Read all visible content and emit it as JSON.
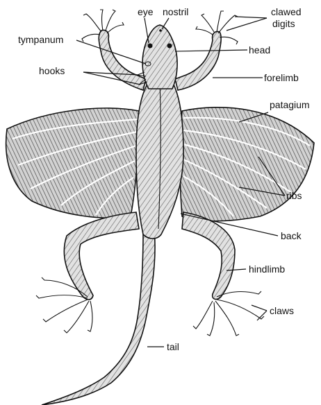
{
  "labels": {
    "eye": "eye",
    "nostril": "nostril",
    "clawed_digits_1": "clawed",
    "clawed_digits_2": "digits",
    "tympanum": "tympanum",
    "head": "head",
    "hooks": "hooks",
    "forelimb": "forelimb",
    "patagium": "patagium",
    "ribs": "ribs",
    "back": "back",
    "hindlimb": "hindlimb",
    "claws": "claws",
    "tail": "tail"
  },
  "colors": {
    "ink": "#111111",
    "wing_fill": "#cfcfcf",
    "body_fill": "#d9d9d9",
    "background": "#ffffff"
  }
}
